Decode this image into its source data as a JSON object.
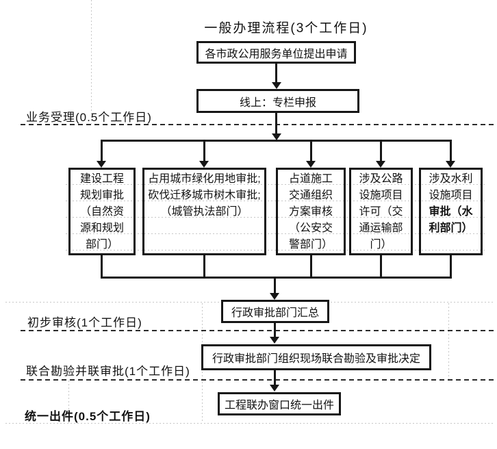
{
  "title": "一般办理流程(3个工作日)",
  "stages": [
    {
      "label": "业务受理(0.5个工作日)"
    },
    {
      "label": "初步审核(1个工作日)"
    },
    {
      "label": "联合勘验并联审批(1个工作日)"
    },
    {
      "label": "统一出件(0.5个工作日)"
    }
  ],
  "nodes": {
    "apply": "各市政公用服务单位提出申请",
    "online": "线上：专栏申报",
    "planning": "建设工程\n规划审批\n（自然资\n源和规划\n部门）",
    "greening": "占用城市绿化用地审批;\n砍伐迁移城市树木审批;\n（城管执法部门）",
    "traffic": "占道施工\n交通组织\n方案审核\n（公安交\n警部门）",
    "highway": "涉及公路\n设施项目\n许可（交\n通运输部\n门）",
    "water_normal": "涉及水利\n设施项目\n",
    "water_bold": "审批（水\n利部门）",
    "summary": "行政审批部门汇总",
    "joint": "行政审批部门组织现场联合勘验及审批决定",
    "output": "工程联办窗口统一出件"
  }
}
